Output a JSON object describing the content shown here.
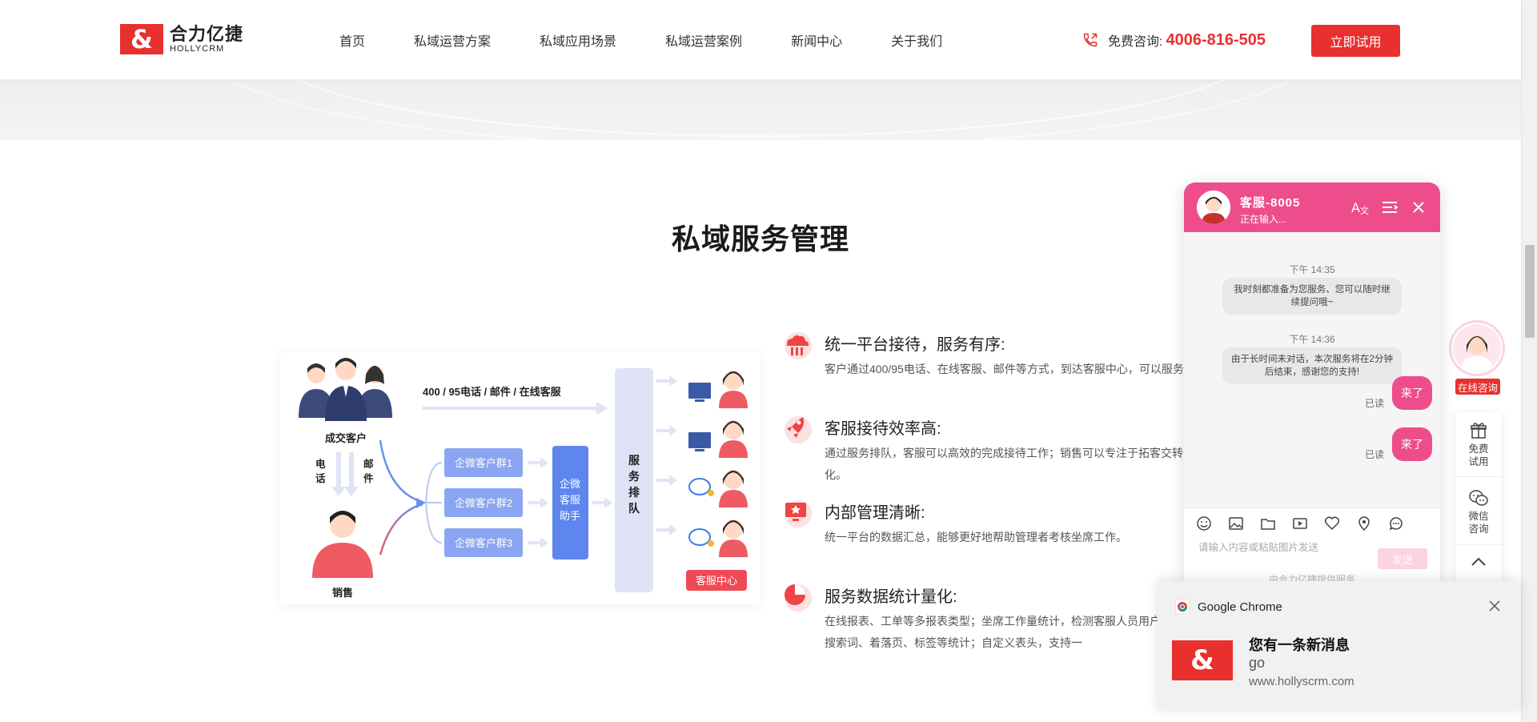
{
  "header": {
    "logo_cn": "合力亿捷",
    "logo_en": "HOLLYCRM",
    "nav": [
      "首页",
      "私域运营方案",
      "私域应用场景",
      "私域运营案例",
      "新闻中心",
      "关于我们"
    ],
    "hotline_label": "免费咨询:",
    "hotline_number": "4006-816-505",
    "trial_button": "立即试用"
  },
  "section": {
    "title": "私域服务管理"
  },
  "diagram": {
    "customer_label": "成交客户",
    "channels_label": "400 / 95电话 / 邮件 / 在线客服",
    "phone_label": "电话",
    "mail_label": "邮件",
    "sales_label": "销售",
    "groups": [
      "企微客户群1",
      "企微客户群2",
      "企微客户群3"
    ],
    "assistant_label": "企微客服助手",
    "queue_label": "服务排队",
    "center_label": "客服中心"
  },
  "features": [
    {
      "title": "统一平台接待，服务有序:",
      "desc": "客户通过400/95电话、在线客服、邮件等方式，到达客服中心，可以服务。",
      "icon": "cloud-service-icon"
    },
    {
      "title": "客服接待效率高:",
      "desc": "通过服务排队，客服可以高效的完成接待工作；销售可以专注于拓客交转化。",
      "icon": "rocket-icon"
    },
    {
      "title": "内部管理清晰:",
      "desc": "统一平台的数据汇总，能够更好地帮助管理者考核坐席工作。",
      "icon": "monitor-icon"
    },
    {
      "title": "服务数据统计量化:",
      "desc": "在线报表、工单等多报表类型；坐席工作量统计，检测客服人员用户来源、搜索词、着落页、标签等统计；自定义表头，支持一",
      "icon": "pie-chart-icon"
    }
  ],
  "chat": {
    "agent": "客服-8005",
    "status": "正在输入...",
    "messages": [
      {
        "time": "下午 14:35",
        "text": "我时刻都准备为您服务、您可以随时继续提问哦~"
      },
      {
        "time": "下午 14:36",
        "text": "由于长时间未对话，本次服务将在2分钟后结束，感谢您的支持!"
      }
    ],
    "my_messages": [
      "来了",
      "来了"
    ],
    "read_label": "已读",
    "input_placeholder": "请输入内容或粘贴图片发送",
    "send_label": "发送",
    "powered_by": "由合力亿捷提供服务"
  },
  "float_bar": {
    "online_label": "在线咨询",
    "trial_label": "免费试用",
    "wechat_label": "微信咨询"
  },
  "notification": {
    "app_name": "Google Chrome",
    "title": "您有一条新消息",
    "message": "go",
    "site": "www.hollyscrm.com"
  },
  "colors": {
    "brand_red": "#e8302f",
    "chat_pink": "#ee4d8b"
  }
}
